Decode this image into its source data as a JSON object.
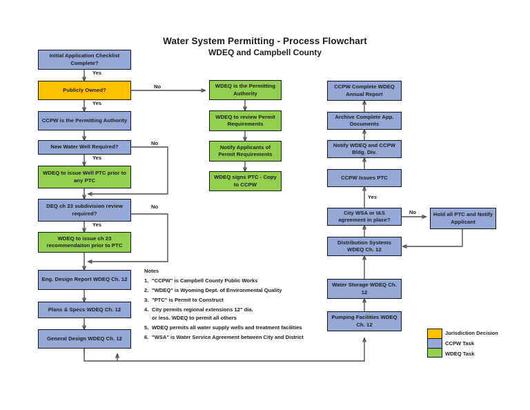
{
  "title": {
    "main": "Water System Permitting - Process Flowchart",
    "sub": "WDEQ and Campbell County"
  },
  "colors": {
    "jurisdiction_decision": "#FFC000",
    "ccpw_task": "#95A9D8",
    "wdeq_task": "#92D050",
    "connector": "#4C4C4C",
    "border": "#111111",
    "background": "#FFFFFF"
  },
  "nodes": {
    "initial_checklist": {
      "label": "Initial Application Checklist Complete?",
      "type": "ccpw-task"
    },
    "publicly_owned": {
      "label": "Publicly Owned?",
      "type": "jurisdiction-decision"
    },
    "ccpw_permitting_authority": {
      "label": "CCPW is the Permitting Authority",
      "type": "ccpw-task"
    },
    "new_water_well": {
      "label": "New Water Well Required?",
      "type": "ccpw-task"
    },
    "wdeq_well_ptc": {
      "label": "WDEQ to issue Well PTC prior to any PTC",
      "type": "wdeq-task"
    },
    "deq_ch23_review": {
      "label": "DEQ ch 23 subdivision review required?",
      "type": "ccpw-task"
    },
    "wdeq_ch23_recommendation": {
      "label": "WDEQ to issue ch 23 recommendaiton prior to PTC",
      "type": "wdeq-task"
    },
    "eng_design_report": {
      "label": "Eng. Design Report WDEQ Ch. 12",
      "type": "ccpw-task"
    },
    "plans_specs": {
      "label": "Plans & Specs WDEQ Ch. 12",
      "type": "ccpw-task"
    },
    "general_design": {
      "label": "General Design WDEQ Ch. 12",
      "type": "ccpw-task"
    },
    "wdeq_permitting_authority": {
      "label": "WDEQ is the Permitting Authority",
      "type": "wdeq-task"
    },
    "wdeq_review_permit": {
      "label": "WDEQ to review Permit Requirements",
      "type": "wdeq-task"
    },
    "notify_applicants": {
      "label": "Notify Applicants of Permit Requirements",
      "type": "wdeq-task"
    },
    "wdeq_signs_ptc": {
      "label": "WDEQ signs PTC - Copy to CCPW",
      "type": "wdeq-task"
    },
    "ccpw_annual_report": {
      "label": "CCPW Complete WDEQ Annual Report",
      "type": "ccpw-task"
    },
    "archive_documents": {
      "label": "Archive Complete App. Documents",
      "type": "ccpw-task"
    },
    "notify_wdeq_ccpw": {
      "label": "Notify WDEQ and CCPW Bldg. Div.",
      "type": "ccpw-task"
    },
    "ccpw_issues_ptc": {
      "label": "CCPW Issues PTC",
      "type": "ccpw-task"
    },
    "city_wsa": {
      "label": "City WSA or I&S agreement in place?",
      "type": "ccpw-task"
    },
    "hold_all_ptc": {
      "label": "Hold all PTC and Notify Applicant",
      "type": "ccpw-task"
    },
    "distribution_systems": {
      "label": "Distribution Systems WDEQ Ch. 12",
      "type": "ccpw-task"
    },
    "water_storage": {
      "label": "Water Storage WDEQ Ch. 12",
      "type": "ccpw-task"
    },
    "pumping_facilities": {
      "label": "Pumping Facilities WDEQ Ch. 12",
      "type": "ccpw-task"
    }
  },
  "edge_labels": {
    "checklist_yes": "Yes",
    "publicly_owned_yes": "Yes",
    "publicly_owned_no": "No",
    "well_yes": "Yes",
    "well_no": "No",
    "ch23_yes": "Yes",
    "ch23_no": "No",
    "wsa_yes": "Yes",
    "wsa_no": "No"
  },
  "notes": {
    "heading": "Notes",
    "items": [
      {
        "num": "1.",
        "text": "\"CCPW\" is Campbell County Public Works",
        "sub": ""
      },
      {
        "num": "2.",
        "text": "\"WDEQ\" is Wyoming Dept. of Environmental Quality",
        "sub": ""
      },
      {
        "num": "3.",
        "text": "\"PTC\" is Permit to Construct",
        "sub": ""
      },
      {
        "num": "4.",
        "text": "City permits regional extensions 12\" dia.",
        "sub": "or less. WDEQ to permit all others"
      },
      {
        "num": "5.",
        "text": "WDEQ permits all water supply wells and treatment facilities",
        "sub": ""
      },
      {
        "num": "6.",
        "text": "\"WSA\" is Water Service Agreement between City and District",
        "sub": ""
      }
    ]
  },
  "legend": {
    "items": [
      {
        "label": "Jurisdiction Decision",
        "color": "#FFC000"
      },
      {
        "label": "CCPW Task",
        "color": "#95A9D8"
      },
      {
        "label": "WDEQ Task",
        "color": "#92D050"
      }
    ]
  }
}
